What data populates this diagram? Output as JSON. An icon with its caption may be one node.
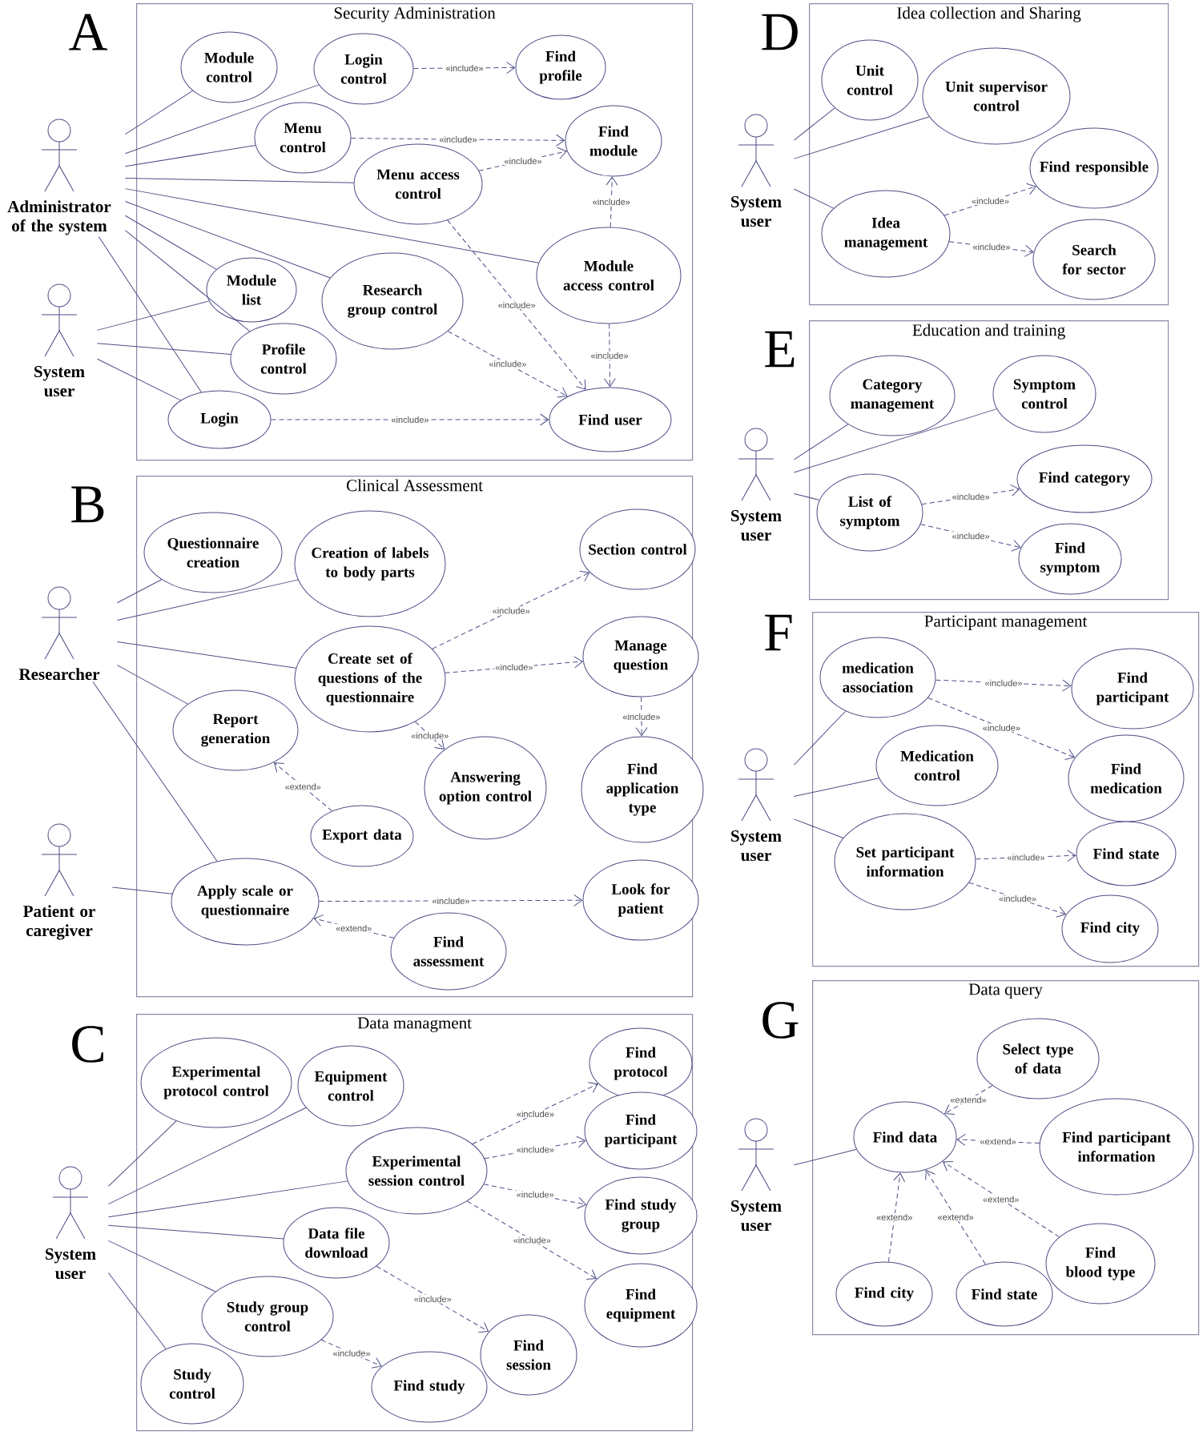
{
  "diagram": {
    "nodes": [
      {
        "text": [
          "Security Administration"
        ]
      },
      {
        "text": [
          "Administrator of the system"
        ]
      },
      {
        "text": [
          "System user"
        ]
      },
      {
        "text": [
          "Module control"
        ],
        "in": 0
      },
      {
        "text": [
          "Login control"
        ],
        "in": 0
      },
      {
        "text": [
          "Find profile"
        ],
        "in": 0
      },
      {
        "text": [
          "Menu control"
        ],
        "in": 0
      },
      {
        "text": [
          "Find module"
        ],
        "in": 0
      },
      {
        "text": [
          "Menu access control"
        ],
        "in": 0
      },
      {
        "text": [
          "Module list"
        ],
        "in": 0
      },
      {
        "text": [
          "Module access control"
        ],
        "in": 0
      },
      {
        "text": [
          "Research group control"
        ],
        "in": 0
      },
      {
        "text": [
          "Profile control"
        ],
        "in": 0
      },
      {
        "text": [
          "Login"
        ],
        "in": 0
      },
      {
        "text": [
          "Find user"
        ],
        "in": 0
      },
      {
        "text": [
          "Clinical Assessment"
        ]
      },
      {
        "text": [
          "Researcher"
        ]
      },
      {
        "text": [
          "Patient or caregiver"
        ]
      },
      {
        "text": [
          "Questionnaire creation"
        ],
        "in": 15
      },
      {
        "text": [
          "Creation of labels to body parts"
        ],
        "in": 15
      },
      {
        "text": [
          "Section control"
        ],
        "in": 15
      },
      {
        "text": [
          "Create set of questions of the questionnaire"
        ],
        "in": 15
      },
      {
        "text": [
          "Manage question"
        ],
        "in": 15
      },
      {
        "text": [
          "Report generation"
        ],
        "in": 15
      },
      {
        "text": [
          "Answering option control"
        ],
        "in": 15
      },
      {
        "text": [
          "Find application type"
        ],
        "in": 15
      },
      {
        "text": [
          "Export data"
        ],
        "in": 15
      },
      {
        "text": [
          "Apply scale or questionnaire"
        ],
        "in": 15
      },
      {
        "text": [
          "Look for patient"
        ],
        "in": 15
      },
      {
        "text": [
          "Find assessment"
        ],
        "in": 15
      },
      {
        "text": [
          "Data managment"
        ]
      },
      {
        "text": [
          "System user"
        ]
      },
      {
        "text": [
          "Experimental protocol control"
        ],
        "in": 30
      },
      {
        "text": [
          "Equipment control"
        ],
        "in": 30
      },
      {
        "text": [
          "Find protocol"
        ],
        "in": 30
      },
      {
        "text": [
          "Experimental session control"
        ],
        "in": 30
      },
      {
        "text": [
          "Find participant"
        ],
        "in": 30
      },
      {
        "text": [
          "Data file download"
        ],
        "in": 30
      },
      {
        "text": [
          "Find study group"
        ],
        "in": 30
      },
      {
        "text": [
          "Find equipment"
        ],
        "in": 30
      },
      {
        "text": [
          "Study group control"
        ],
        "in": 30
      },
      {
        "text": [
          "Find session"
        ],
        "in": 30
      },
      {
        "text": [
          "Study control"
        ],
        "in": 30
      },
      {
        "text": [
          "Find study"
        ],
        "in": 30
      },
      {
        "text": [
          "Idea collection and Sharing"
        ]
      },
      {
        "text": [
          "System user"
        ]
      },
      {
        "text": [
          "Unit control"
        ],
        "in": 44
      },
      {
        "text": [
          "Unit supervisor control"
        ],
        "in": 44
      },
      {
        "text": [
          "Find responsible"
        ],
        "in": 44
      },
      {
        "text": [
          "Idea management"
        ],
        "in": 44
      },
      {
        "text": [
          "Search for sector"
        ],
        "in": 44
      },
      {
        "text": [
          "Education and training"
        ]
      },
      {
        "text": [
          "System user"
        ]
      },
      {
        "text": [
          "Category management"
        ],
        "in": 51
      },
      {
        "text": [
          "Symptom control"
        ],
        "in": 51
      },
      {
        "text": [
          "Find category"
        ],
        "in": 51
      },
      {
        "text": [
          "List of symptom"
        ],
        "in": 51
      },
      {
        "text": [
          "Find symptom"
        ],
        "in": 51
      },
      {
        "text": [
          "Participant management"
        ]
      },
      {
        "text": [
          "System user"
        ]
      },
      {
        "text": [
          "medication association"
        ],
        "in": 58
      },
      {
        "text": [
          "Find participant"
        ],
        "in": 58
      },
      {
        "text": [
          "Medication control"
        ],
        "in": 58
      },
      {
        "text": [
          "Find medication"
        ],
        "in": 58
      },
      {
        "text": [
          "Set participant information"
        ],
        "in": 58
      },
      {
        "text": [
          "Find state"
        ],
        "in": 58
      },
      {
        "text": [
          "Find city"
        ],
        "in": 58
      },
      {
        "text": [
          "Data query"
        ]
      },
      {
        "text": [
          "System user"
        ]
      },
      {
        "text": [
          "Select type of data"
        ],
        "in": 67
      },
      {
        "text": [
          "Find data"
        ],
        "in": 67
      },
      {
        "text": [
          "Find participant information"
        ],
        "in": 67
      },
      {
        "text": [
          "Find blood type"
        ],
        "in": 67
      },
      {
        "text": [
          "Find city"
        ],
        "in": 67
      },
      {
        "text": [
          "Find state"
        ],
        "in": 67
      }
    ],
    "edges": [
      {
        "from": 1,
        "to": 3,
        "arrow": "none"
      },
      {
        "from": 1,
        "to": 4,
        "arrow": "none"
      },
      {
        "from": 1,
        "to": 6,
        "arrow": "none"
      },
      {
        "from": 1,
        "to": 8,
        "arrow": "none"
      },
      {
        "from": 1,
        "to": 10,
        "arrow": "none"
      },
      {
        "from": 1,
        "to": 11,
        "arrow": "none"
      },
      {
        "from": 1,
        "to": 9,
        "arrow": "none"
      },
      {
        "from": 1,
        "to": 12,
        "arrow": "none"
      },
      {
        "from": 1,
        "to": 13,
        "arrow": "none"
      },
      {
        "from": 2,
        "to": 9,
        "arrow": "none"
      },
      {
        "from": 2,
        "to": 12,
        "arrow": "none"
      },
      {
        "from": 2,
        "to": 13,
        "arrow": "none"
      },
      {
        "from": 4,
        "to": 5,
        "arrow": "to",
        "style": "dashed",
        "label": "«include»"
      },
      {
        "from": 6,
        "to": 7,
        "arrow": "to",
        "style": "dashed",
        "label": "«include»"
      },
      {
        "from": 8,
        "to": 7,
        "arrow": "to",
        "style": "dashed",
        "label": "«include»"
      },
      {
        "from": 10,
        "to": 7,
        "arrow": "to",
        "style": "dashed",
        "label": "«include»"
      },
      {
        "from": 8,
        "to": 14,
        "arrow": "to",
        "style": "dashed",
        "label": "«include»"
      },
      {
        "from": 11,
        "to": 14,
        "arrow": "to",
        "style": "dashed",
        "label": "«include»"
      },
      {
        "from": 10,
        "to": 14,
        "arrow": "to",
        "style": "dashed",
        "label": "«include»"
      },
      {
        "from": 13,
        "to": 14,
        "arrow": "to",
        "style": "dashed",
        "label": "«include»"
      },
      {
        "from": 16,
        "to": 18,
        "arrow": "none"
      },
      {
        "from": 16,
        "to": 19,
        "arrow": "none"
      },
      {
        "from": 16,
        "to": 21,
        "arrow": "none"
      },
      {
        "from": 16,
        "to": 23,
        "arrow": "none"
      },
      {
        "from": 16,
        "to": 27,
        "arrow": "none"
      },
      {
        "from": 17,
        "to": 27,
        "arrow": "none"
      },
      {
        "from": 21,
        "to": 20,
        "arrow": "to",
        "style": "dashed",
        "label": "«include»"
      },
      {
        "from": 21,
        "to": 22,
        "arrow": "to",
        "style": "dashed",
        "label": "«include»"
      },
      {
        "from": 21,
        "to": 24,
        "arrow": "to",
        "style": "dashed",
        "label": "«include»"
      },
      {
        "from": 22,
        "to": 25,
        "arrow": "to",
        "style": "dashed",
        "label": "«include»"
      },
      {
        "from": 26,
        "to": 23,
        "arrow": "to",
        "style": "dashed",
        "label": "«extend»"
      },
      {
        "from": 27,
        "to": 28,
        "arrow": "to",
        "style": "dashed",
        "label": "«include»"
      },
      {
        "from": 29,
        "to": 27,
        "arrow": "to",
        "style": "dashed",
        "label": "«extend»"
      },
      {
        "from": 31,
        "to": 32,
        "arrow": "none"
      },
      {
        "from": 31,
        "to": 33,
        "arrow": "none"
      },
      {
        "from": 31,
        "to": 35,
        "arrow": "none"
      },
      {
        "from": 31,
        "to": 37,
        "arrow": "none"
      },
      {
        "from": 31,
        "to": 40,
        "arrow": "none"
      },
      {
        "from": 31,
        "to": 42,
        "arrow": "none"
      },
      {
        "from": 35,
        "to": 34,
        "arrow": "to",
        "style": "dashed",
        "label": "«include»"
      },
      {
        "from": 35,
        "to": 36,
        "arrow": "to",
        "style": "dashed",
        "label": "«include»"
      },
      {
        "from": 35,
        "to": 38,
        "arrow": "to",
        "style": "dashed",
        "label": "«include»"
      },
      {
        "from": 35,
        "to": 39,
        "arrow": "to",
        "style": "dashed",
        "label": "«include»"
      },
      {
        "from": 37,
        "to": 41,
        "arrow": "to",
        "style": "dashed",
        "label": "«include»"
      },
      {
        "from": 40,
        "to": 43,
        "arrow": "to",
        "style": "dashed",
        "label": "«include»"
      },
      {
        "from": 45,
        "to": 46,
        "arrow": "none"
      },
      {
        "from": 45,
        "to": 47,
        "arrow": "none"
      },
      {
        "from": 45,
        "to": 49,
        "arrow": "none"
      },
      {
        "from": 49,
        "to": 48,
        "arrow": "to",
        "style": "dashed",
        "label": "«include»"
      },
      {
        "from": 49,
        "to": 50,
        "arrow": "to",
        "style": "dashed",
        "label": "«include»"
      },
      {
        "from": 52,
        "to": 53,
        "arrow": "none"
      },
      {
        "from": 52,
        "to": 54,
        "arrow": "none"
      },
      {
        "from": 52,
        "to": 56,
        "arrow": "none"
      },
      {
        "from": 56,
        "to": 55,
        "arrow": "to",
        "style": "dashed",
        "label": "«include»"
      },
      {
        "from": 56,
        "to": 57,
        "arrow": "to",
        "style": "dashed",
        "label": "«include»"
      },
      {
        "from": 59,
        "to": 60,
        "arrow": "none"
      },
      {
        "from": 59,
        "to": 62,
        "arrow": "none"
      },
      {
        "from": 59,
        "to": 64,
        "arrow": "none"
      },
      {
        "from": 60,
        "to": 61,
        "arrow": "to",
        "style": "dashed",
        "label": "«include»"
      },
      {
        "from": 60,
        "to": 63,
        "arrow": "to",
        "style": "dashed",
        "label": "«include»"
      },
      {
        "from": 64,
        "to": 65,
        "arrow": "to",
        "style": "dashed",
        "label": "«include»"
      },
      {
        "from": 64,
        "to": 66,
        "arrow": "to",
        "style": "dashed",
        "label": "«include»"
      },
      {
        "from": 68,
        "to": 70,
        "arrow": "none"
      },
      {
        "from": 69,
        "to": 70,
        "arrow": "to",
        "style": "dashed",
        "label": "«extend»"
      },
      {
        "from": 71,
        "to": 70,
        "arrow": "to",
        "style": "dashed",
        "label": "«extend»"
      },
      {
        "from": 73,
        "to": 70,
        "arrow": "to",
        "style": "dashed",
        "label": "«extend»"
      },
      {
        "from": 74,
        "to": 70,
        "arrow": "to",
        "style": "dashed",
        "label": "«extend»"
      },
      {
        "from": 72,
        "to": 70,
        "arrow": "to",
        "style": "dashed",
        "label": "«extend»"
      }
    ],
    "labels": [
      "A",
      "B",
      "C",
      "D",
      "E",
      "F",
      "G"
    ]
  }
}
